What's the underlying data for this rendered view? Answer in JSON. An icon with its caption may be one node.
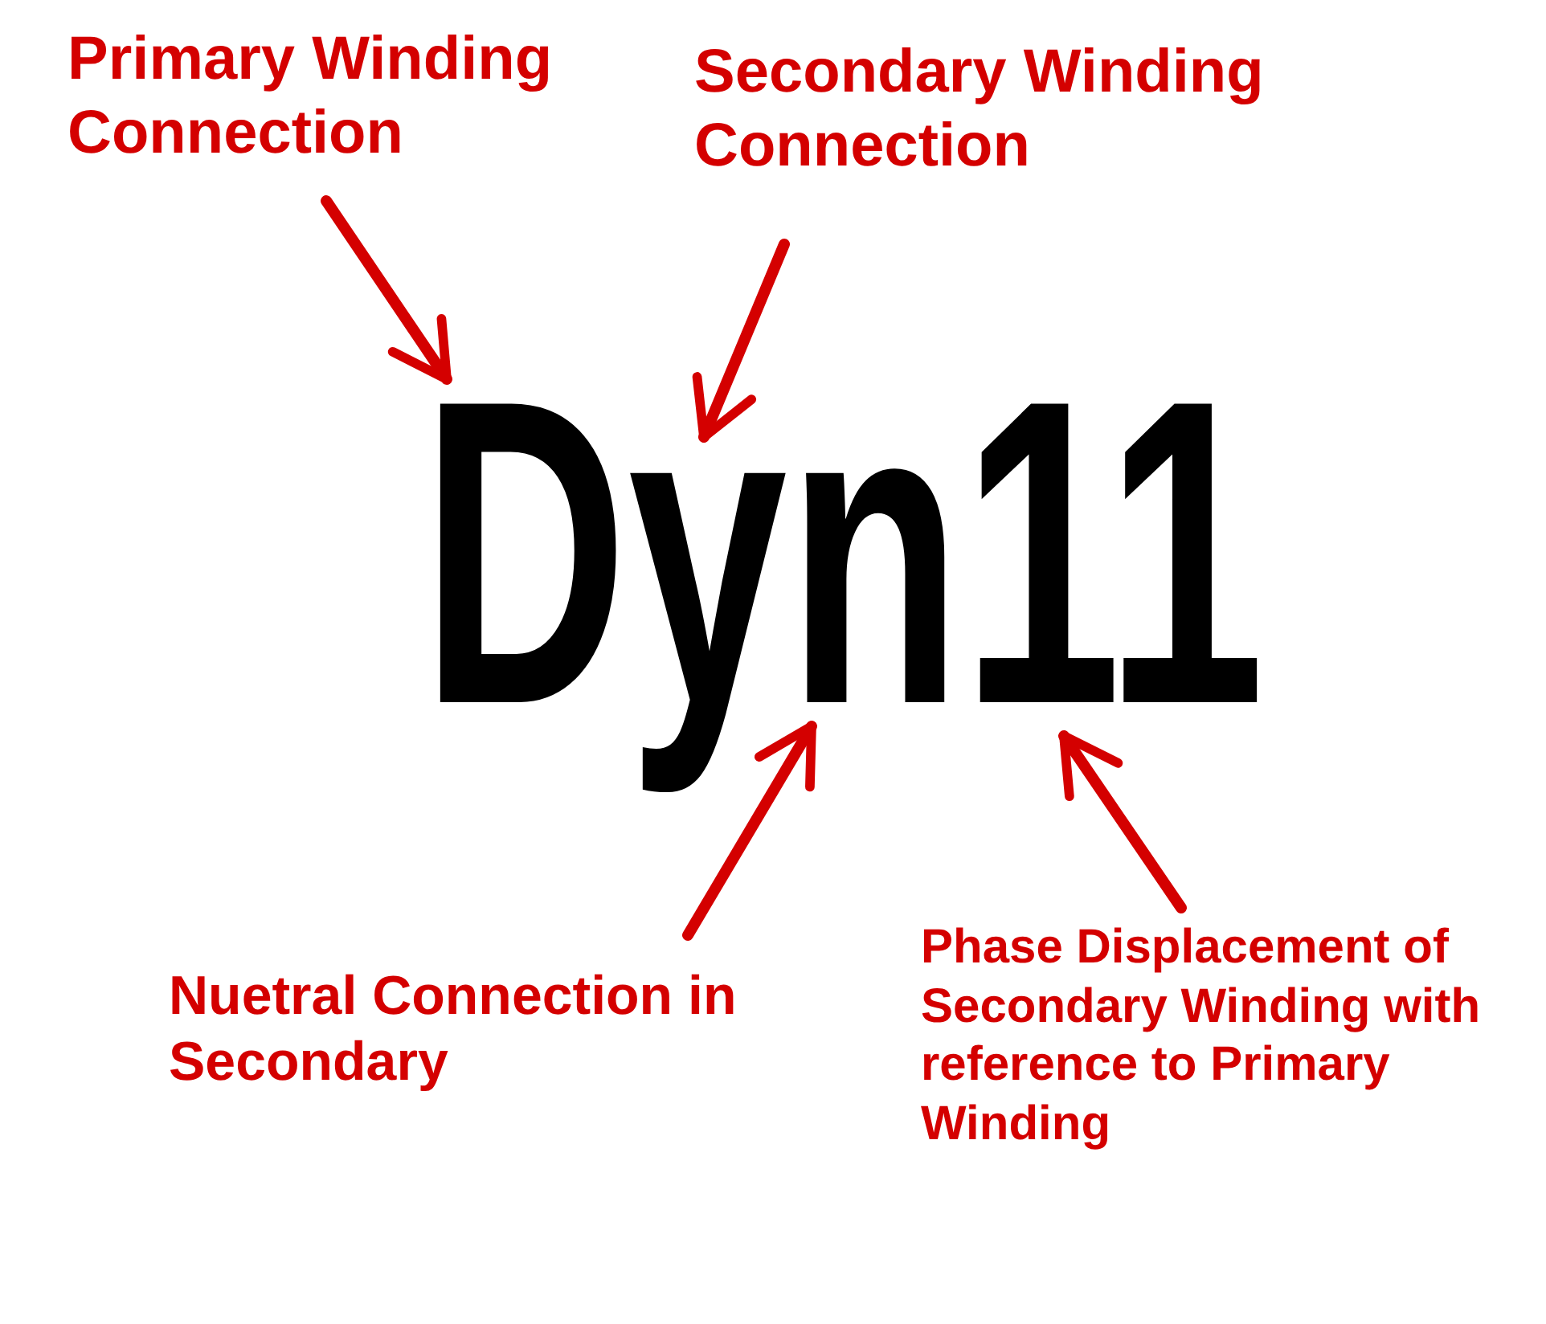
{
  "diagram": {
    "nodes": [
      {
        "text": [
          "Primary Winding Connection"
        ]
      },
      {
        "text": [
          "Secondary Winding Connection"
        ]
      },
      {
        "text": [
          "Nuetral Connection in Secondary"
        ]
      },
      {
        "text": [
          "Phase Displacement of Secondary Winding with reference to Primary Winding"
        ]
      },
      {
        "text": [
          "Dyn11"
        ]
      }
    ],
    "edges": [
      {
        "from": 0,
        "to": 4,
        "arrow": "to"
      },
      {
        "from": 1,
        "to": 4,
        "arrow": "to"
      },
      {
        "from": 2,
        "to": 4,
        "arrow": "to"
      },
      {
        "from": 3,
        "to": 4,
        "arrow": "to"
      }
    ]
  }
}
